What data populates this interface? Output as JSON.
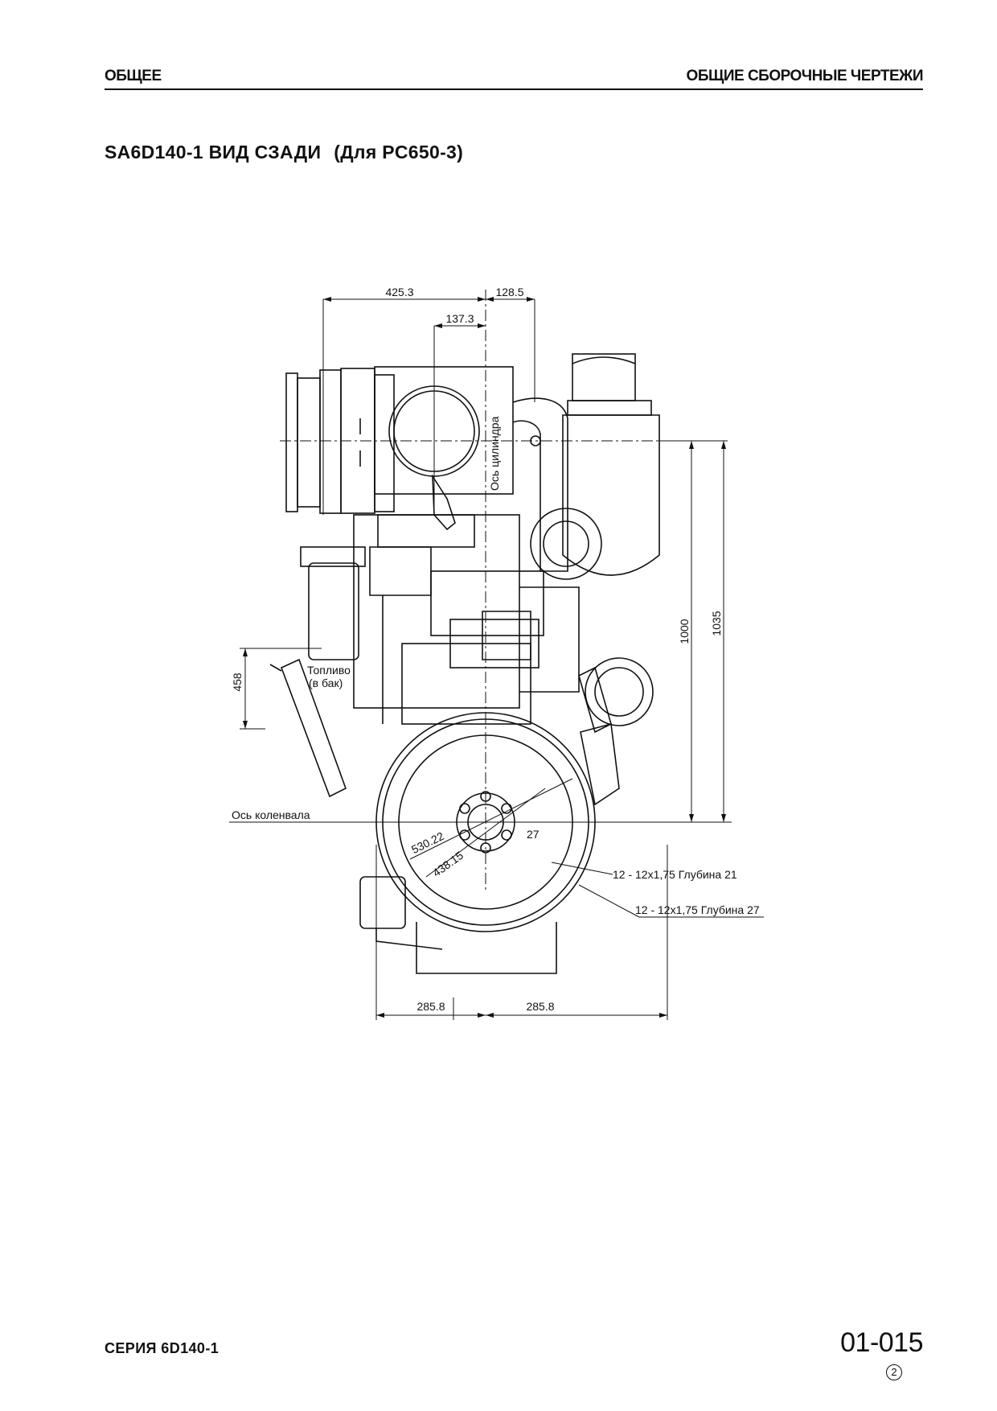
{
  "header": {
    "left": "ОБЩЕЕ",
    "right": "ОБЩИЕ СБОРОЧНЫЕ ЧЕРТЕЖИ"
  },
  "title": {
    "main": "SA6D140-1 ВИД СЗАДИ",
    "sub": "(Для PC650-3)"
  },
  "drawing": {
    "dimensions": {
      "top_left": "425.3",
      "top_right": "128.5",
      "top_inner": "137.3",
      "height_1000": "1000",
      "height_1035": "1035",
      "left_458": "458",
      "bottom_left": "285.8",
      "bottom_right": "285.8",
      "flywheel_dia_1": "530.22",
      "flywheel_dia_2": "438.15",
      "bolt_27": "27"
    },
    "labels": {
      "cylinder_axis": "Ось цилиндра",
      "fuel": "Топливо",
      "fuel_tank": "(в бак)",
      "crank_axis": "Ось коленвала",
      "thread_1": "12 - 12x1,75 Глубина 21",
      "thread_2": "12 - 12x1,75 Глубина 27"
    }
  },
  "footer": {
    "series": "СЕРИЯ 6D140-1",
    "page": "01-015",
    "revision": "2"
  }
}
